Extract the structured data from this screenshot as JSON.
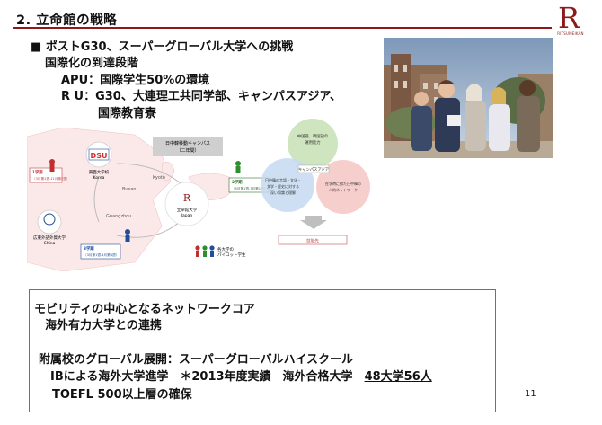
{
  "slide": {
    "title": "2. 立命館の戦略",
    "page_number": "11",
    "accent_color": "#8c1a1a"
  },
  "logo": {
    "letter": "R",
    "caption": "RITSUMEIKAN"
  },
  "bullets": {
    "heading": "■ ポストG30、スーパーグローバル大学への挑戦",
    "sub": "国際化の到達段階",
    "apu": "APU：国際学生50%の環境",
    "ru_line1": "R U：G30、大連理工共同学部、キャンパスアジア、",
    "ru_line2": "国際教育寮"
  },
  "map": {
    "dsu": "DSU",
    "korea_univ": "東西大学校",
    "korea": "Korea",
    "china_univ": "広東外語外貿大学",
    "china": "China",
    "japan_univ": "立命館大学",
    "japan": "Japan",
    "campus_label1": "日中韓移動キャンパス",
    "campus_label2": "（二年間）",
    "busan": "Busan",
    "kyoto": "Kyoto",
    "guangzhou": "Guangzhou",
    "sem1_title": "1学期",
    "sem1_detail": "（3月第1週-11月第2週）",
    "sem2_title": "2学期",
    "sem2_detail": "（5月第1週-7月第1週）",
    "sem3_title": "3学期",
    "sem3_detail": "（3月第1週-4月第4週）",
    "pilot1": "各大学の",
    "pilot2": "パイロット学生"
  },
  "venn": {
    "top1": "中国語、韓国語の",
    "top2": "運用能力",
    "center": "キャンパスアジア",
    "left1": "日中韓の言語・文化・",
    "left2": "文学・歴史に対する",
    "left3": "深い知識と理解",
    "right1": "在学時に得た日中韓の",
    "right2": "人的ネットワーク",
    "result": "就職先"
  },
  "box": {
    "line1": "モビリティの中心となるネットワークコア",
    "line2": "海外有力大学との連携",
    "line3": "附属校のグローバル展開：スーパーグローバルハイスクール",
    "line4_prefix": "IBによる海外大学進学　＊2013年度実績　海外合格大学",
    "line4_highlight": "48大学56人",
    "line5": "TOEFL 500以上層の確保"
  }
}
